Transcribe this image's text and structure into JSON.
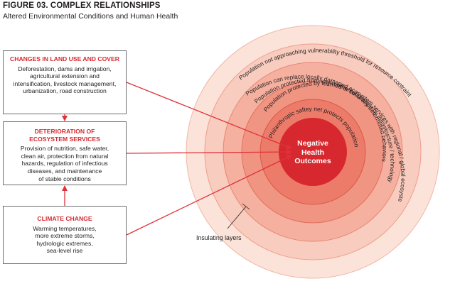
{
  "header": {
    "title": "FIGURE 03. COMPLEX RELATIONSHIPS",
    "subtitle": "Altered Environmental Conditions and Human Health"
  },
  "boxes": {
    "land": {
      "title": "CHANGES IN LAND USE AND COVER",
      "body": "Deforestation, dams and irrigation,\nagricultural extension and\nintensification, livestock management,\nurbanization, road construction"
    },
    "deterioration": {
      "title": "DETERIORATION OF\nECOSYSTEM SERVICES",
      "body": "Provision of nutrition, safe water,\nclean air, protection from natural\nhazards, regulation of infectious\ndiseases, and maintenance\nof stable conditions"
    },
    "climate": {
      "title": "CLIMATE CHANGE",
      "body": "Warming temperatures,\nmore extreme storms,\nhydrologic extremes,\nsea-level rise"
    }
  },
  "center": {
    "label": "Negative\nHealth\nOutcomes"
  },
  "rings": [
    "Philanthropic saftey net protects population",
    "Population protected by learned or culturally determined behaviors",
    "Population protected from environmental change by infrastructure / technology",
    "Population can replace locally damaged ecosystem services with regional / global ecosystem services",
    "Population not approaching vulnerability threshold for resource contraint"
  ],
  "insulating_label": "Insulating layers",
  "colors": {
    "accent": "#d7282f",
    "arrow": "#e0303a",
    "box_border": "#6d6e71"
  }
}
